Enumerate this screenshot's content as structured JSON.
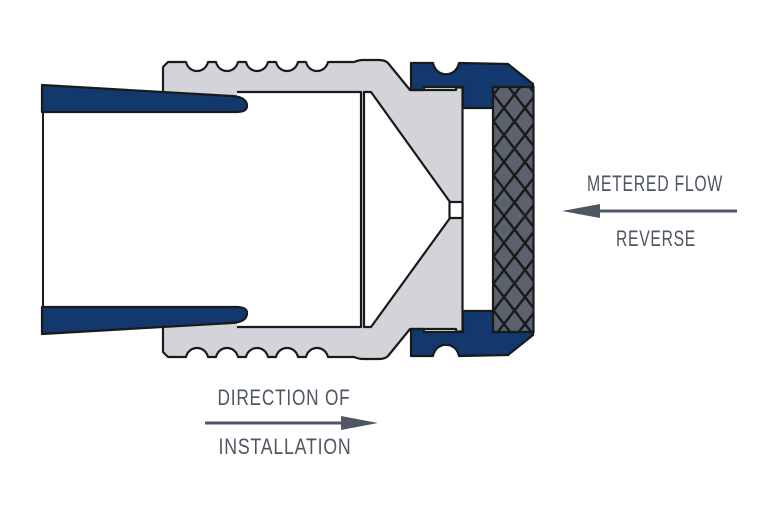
{
  "figure": {
    "labels": {
      "metered_flow": "METERED FLOW",
      "reverse": "REVERSE",
      "direction_line1": "DIRECTION OF",
      "direction_line2": "INSTALLATION"
    },
    "colors": {
      "navy": "#12386e",
      "body_gray": "#d2d4d9",
      "screen_gray": "#5a626d",
      "outline": "#1a1a1a",
      "annotation": "#4d5663",
      "white": "#ffffff"
    }
  }
}
